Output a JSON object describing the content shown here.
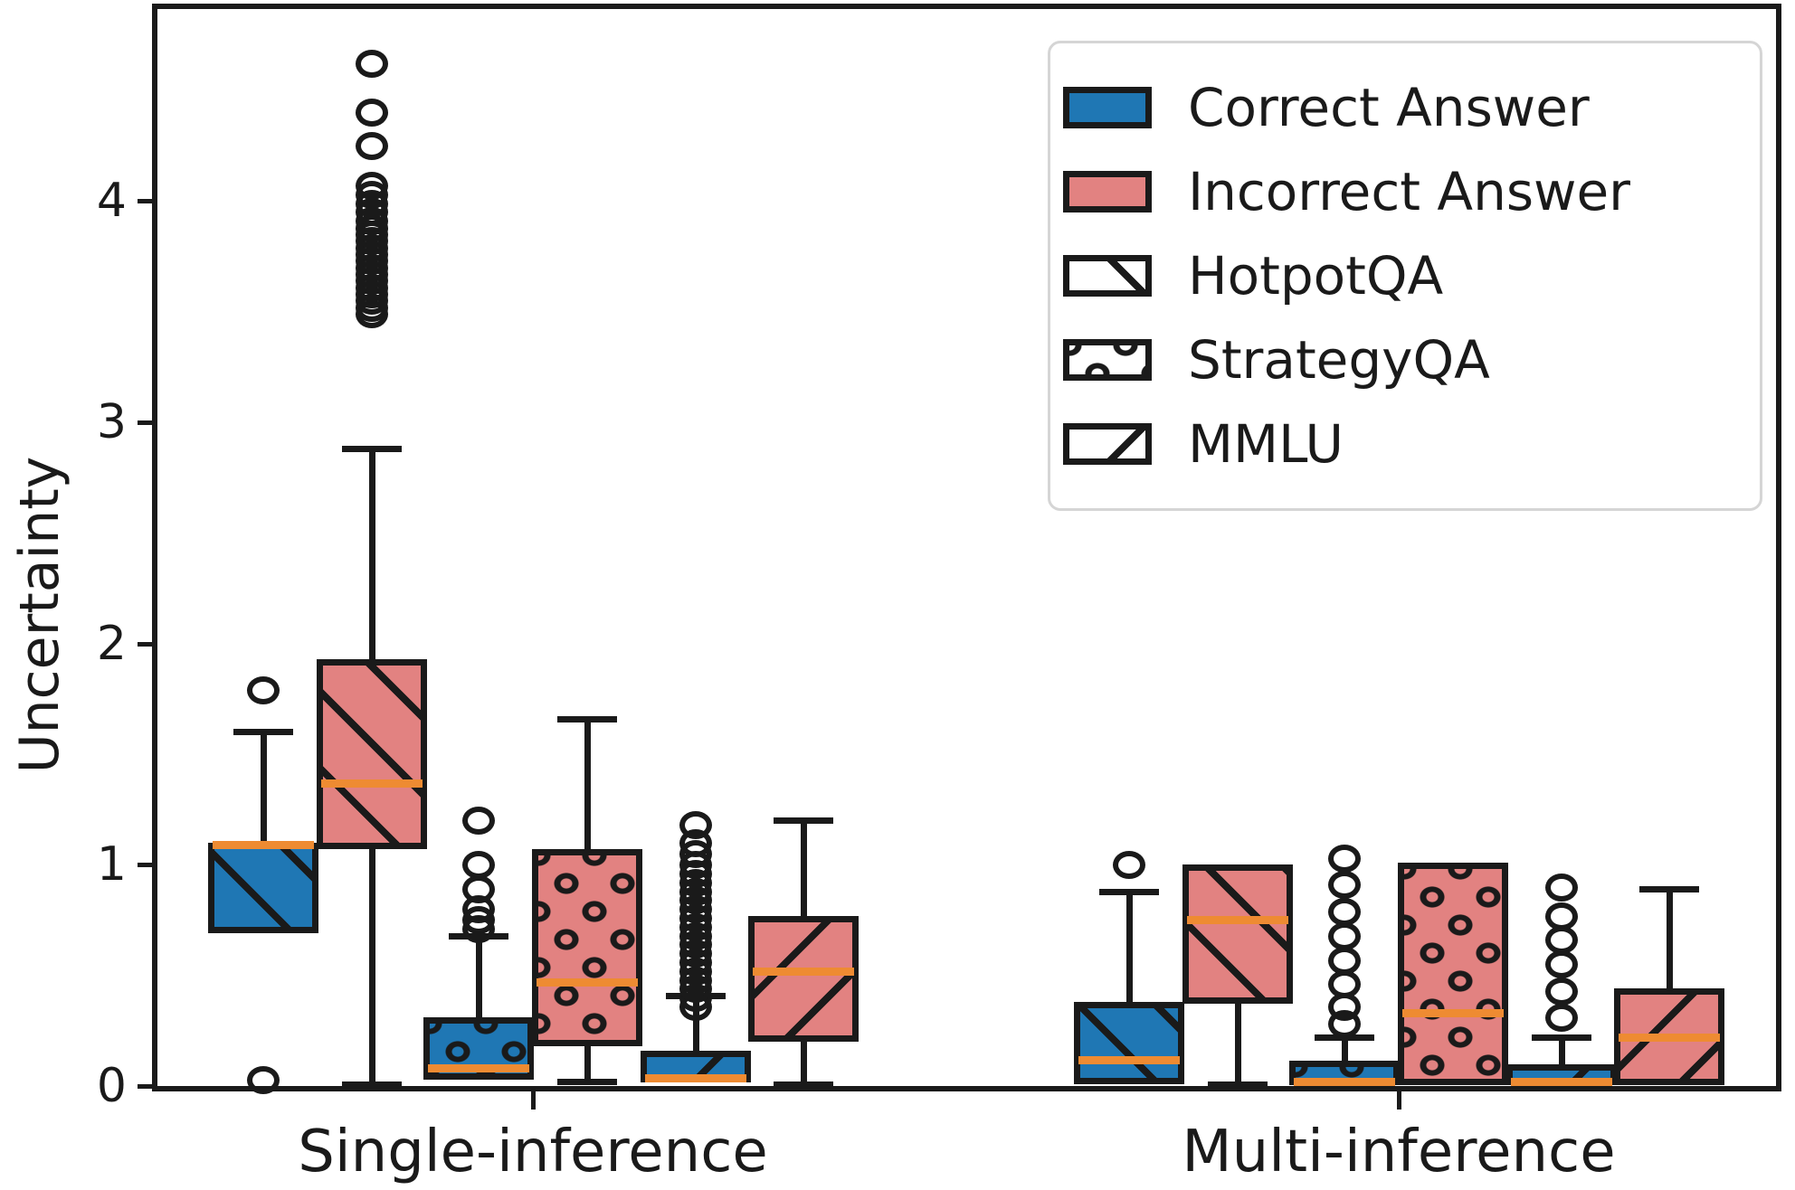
{
  "figure_title": "",
  "chart_data": {
    "type": "boxplot",
    "title": "",
    "xlabel": "",
    "ylabel": "Uncertainty",
    "ylim": [
      0,
      4.87
    ],
    "yticks": [
      0,
      1,
      2,
      3,
      4
    ],
    "ytick_labels": [
      "0",
      "1",
      "2",
      "3",
      "4"
    ],
    "grid": "off",
    "groups": [
      "Single-inference",
      "Multi-inference"
    ],
    "legend": {
      "position": "upper right",
      "items": [
        {
          "label": "Correct Answer",
          "swatch": "fill",
          "color": "#1f77b4",
          "hatch": null
        },
        {
          "label": "Incorrect Answer",
          "swatch": "fill",
          "color": "#e28281",
          "hatch": null
        },
        {
          "label": "HotpotQA",
          "swatch": "hatch",
          "color": "#ffffff",
          "hatch": "/"
        },
        {
          "label": "StrategyQA",
          "swatch": "hatch",
          "color": "#ffffff",
          "hatch": "o"
        },
        {
          "label": "MMLU",
          "swatch": "hatch",
          "color": "#ffffff",
          "hatch": "\\"
        }
      ]
    },
    "colors": {
      "correct": "#1f77b4",
      "incorrect": "#e28281",
      "median_line": "#ee8b32",
      "box_edge": "#1a1a1a",
      "text": "#1a1a1a"
    },
    "boxes": [
      {
        "group": "Single-inference",
        "dataset": "HotpotQA",
        "answer": "correct",
        "hatch": "/",
        "q1": 0.69,
        "median": 1.09,
        "q3": 1.1,
        "whisker_low": null,
        "whisker_high": 1.6,
        "outliers": [
          1.79,
          0.03
        ]
      },
      {
        "group": "Single-inference",
        "dataset": "HotpotQA",
        "answer": "incorrect",
        "hatch": "/",
        "q1": 1.07,
        "median": 1.37,
        "q3": 1.93,
        "whisker_low": 0.01,
        "whisker_high": 2.88,
        "outliers": [
          3.49,
          3.52,
          3.55,
          3.58,
          3.61,
          3.64,
          3.67,
          3.7,
          3.73,
          3.76,
          3.79,
          3.82,
          3.85,
          3.88,
          3.91,
          3.95,
          3.99,
          4.03,
          4.07,
          4.25,
          4.4,
          4.62
        ]
      },
      {
        "group": "Single-inference",
        "dataset": "StrategyQA",
        "answer": "correct",
        "hatch": "o",
        "q1": 0.03,
        "median": 0.08,
        "q3": 0.31,
        "whisker_low": null,
        "whisker_high": 0.68,
        "outliers": [
          0.71,
          0.75,
          0.8,
          0.89,
          1.0,
          1.2
        ]
      },
      {
        "group": "Single-inference",
        "dataset": "StrategyQA",
        "answer": "incorrect",
        "hatch": "o",
        "q1": 0.18,
        "median": 0.47,
        "q3": 1.07,
        "whisker_low": 0.02,
        "whisker_high": 1.66,
        "outliers": []
      },
      {
        "group": "Single-inference",
        "dataset": "MMLU",
        "answer": "correct",
        "hatch": "\\",
        "q1": 0.015,
        "median": 0.035,
        "q3": 0.16,
        "whisker_low": null,
        "whisker_high": 0.41,
        "outliers": [
          0.36,
          0.4,
          0.44,
          0.48,
          0.52,
          0.56,
          0.6,
          0.64,
          0.68,
          0.72,
          0.76,
          0.8,
          0.84,
          0.88,
          0.92,
          0.96,
          1.0,
          1.05,
          1.1,
          1.18
        ]
      },
      {
        "group": "Single-inference",
        "dataset": "MMLU",
        "answer": "incorrect",
        "hatch": "\\",
        "q1": 0.2,
        "median": 0.52,
        "q3": 0.77,
        "whisker_low": 0.01,
        "whisker_high": 1.2,
        "outliers": []
      },
      {
        "group": "Multi-inference",
        "dataset": "HotpotQA",
        "answer": "correct",
        "hatch": "/",
        "q1": 0.01,
        "median": 0.12,
        "q3": 0.38,
        "whisker_low": null,
        "whisker_high": 0.88,
        "outliers": [
          1.0
        ]
      },
      {
        "group": "Multi-inference",
        "dataset": "HotpotQA",
        "answer": "incorrect",
        "hatch": "/",
        "q1": 0.37,
        "median": 0.75,
        "q3": 1.0,
        "whisker_low": 0.01,
        "whisker_high": null,
        "outliers": []
      },
      {
        "group": "Multi-inference",
        "dataset": "StrategyQA",
        "answer": "correct",
        "hatch": "o",
        "q1": 0.005,
        "median": 0.02,
        "q3": 0.115,
        "whisker_low": null,
        "whisker_high": 0.22,
        "outliers": [
          0.28,
          0.36,
          0.46,
          0.57,
          0.68,
          0.79,
          0.91,
          1.03
        ]
      },
      {
        "group": "Multi-inference",
        "dataset": "StrategyQA",
        "answer": "incorrect",
        "hatch": "o",
        "q1": 0.005,
        "median": 0.33,
        "q3": 1.01,
        "whisker_low": null,
        "whisker_high": null,
        "outliers": []
      },
      {
        "group": "Multi-inference",
        "dataset": "MMLU",
        "answer": "correct",
        "hatch": "\\",
        "q1": 0.005,
        "median": 0.02,
        "q3": 0.1,
        "whisker_low": null,
        "whisker_high": 0.22,
        "outliers": [
          0.31,
          0.43,
          0.55,
          0.66,
          0.77,
          0.9
        ]
      },
      {
        "group": "Multi-inference",
        "dataset": "MMLU",
        "answer": "incorrect",
        "hatch": "\\",
        "q1": 0.005,
        "median": 0.22,
        "q3": 0.44,
        "whisker_low": null,
        "whisker_high": 0.89,
        "outliers": []
      }
    ]
  }
}
